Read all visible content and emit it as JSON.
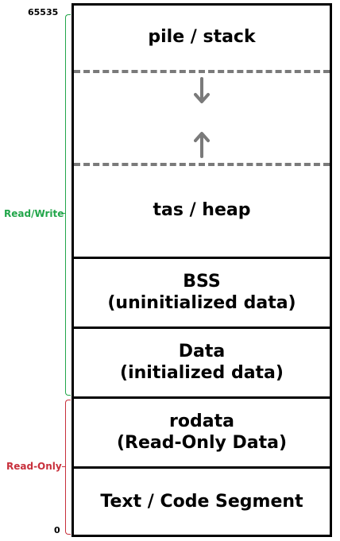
{
  "addresses": {
    "top": "65535",
    "bottom": "0"
  },
  "regions": {
    "read_write": "Read/Write",
    "read_only": "Read-Only"
  },
  "segments": {
    "stack": "pile / stack",
    "heap": "tas / heap",
    "bss_line1": "BSS",
    "bss_line2": "(uninitialized data)",
    "data_line1": "Data",
    "data_line2": "(initialized data)",
    "rodata_line1": "rodata",
    "rodata_line2": "(Read-Only Data)",
    "text": "Text / Code Segment"
  },
  "colors": {
    "read_write": "#22a64a",
    "read_only": "#c8303c",
    "dashed_line": "#7a7a7a",
    "arrow": "#7a7a7a"
  },
  "icons": {
    "stack_growth": "arrow-down-icon",
    "heap_growth": "arrow-up-icon"
  }
}
